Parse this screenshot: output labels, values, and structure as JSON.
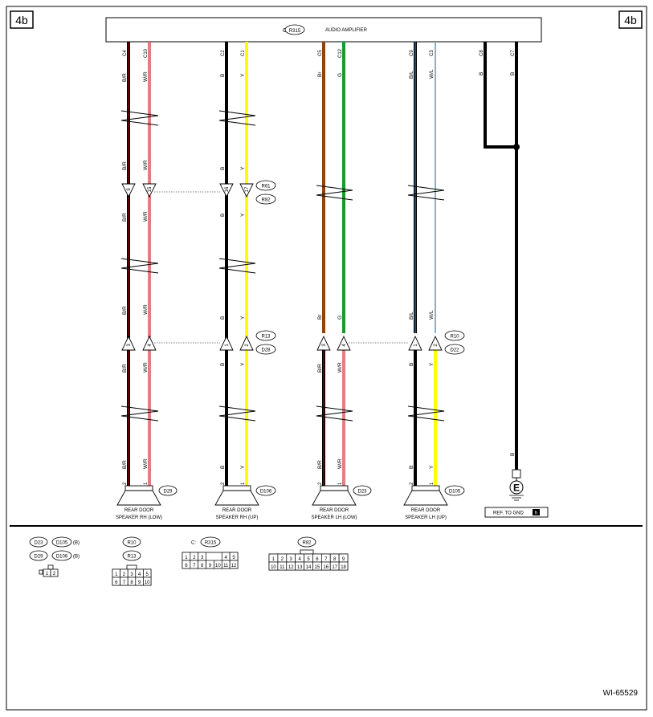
{
  "page_tag": "4b",
  "figure_id": "WI-65529",
  "amplifier": {
    "prefix": "C:",
    "connector": "R315",
    "title": "AUDIO AMPLIFIER"
  },
  "colors": {
    "black": "#000000",
    "white": "#ffffff",
    "red": "#c00000",
    "brown": "#8b4513",
    "green": "#1a9a2a",
    "yellow": "#ffff00",
    "lightblue": "#4a90d0",
    "navy": "#0b1a6e"
  },
  "wires": [
    {
      "id": "w1",
      "pin": "C4",
      "labels": [
        "B/R",
        "B/R",
        "B/R",
        "B/R",
        "B/R",
        "B/R"
      ]
    },
    {
      "id": "w2",
      "pin": "C10",
      "labels": [
        "W/R",
        "W/R",
        "W/R",
        "W/R",
        "W/R",
        "W/R"
      ]
    },
    {
      "id": "w3",
      "pin": "C2",
      "labels": [
        "B",
        "B",
        "B",
        "B",
        "B",
        "B"
      ]
    },
    {
      "id": "w4",
      "pin": "C1",
      "labels": [
        "Y",
        "Y",
        "Y",
        "Y",
        "Y",
        "Y"
      ]
    },
    {
      "id": "w5",
      "pin": "C5",
      "labels": [
        "Br",
        "Br",
        "B/R",
        "B/R"
      ]
    },
    {
      "id": "w6",
      "pin": "C12",
      "labels": [
        "G",
        "G",
        "W/R",
        "W/R"
      ]
    },
    {
      "id": "w7",
      "pin": "C9",
      "labels": [
        "B/L",
        "B/L",
        "B",
        "B"
      ]
    },
    {
      "id": "w8",
      "pin": "C3",
      "labels": [
        "W/L",
        "W/L",
        "Y",
        "Y"
      ]
    },
    {
      "id": "w9",
      "pin": "C8",
      "labels": [
        "B"
      ]
    },
    {
      "id": "w10",
      "pin": "C7",
      "labels": [
        "B",
        "B"
      ]
    }
  ],
  "connectors": {
    "upper": {
      "pins_left": "9",
      "pins_right": "15",
      "pins_mid_left": "16",
      "pins_mid_right": "17",
      "codes": [
        "R61",
        "R82"
      ]
    },
    "lower": {
      "pins": [
        "3",
        "4",
        "1",
        "2",
        "3",
        "4",
        "1",
        "2"
      ],
      "codes_rh": [
        "R13",
        "D28"
      ],
      "codes_lh": [
        "R10",
        "D22"
      ]
    }
  },
  "speakers": [
    {
      "code": "D29",
      "line1": "REAR DOOR",
      "line2": "SPEAKER RH (LOW)",
      "pin_left": "2",
      "pin_right": "1"
    },
    {
      "code": "D106",
      "line1": "REAR DOOR",
      "line2": "SPEAKER RH (UP)",
      "pin_left": "2",
      "pin_right": "1"
    },
    {
      "code": "D23",
      "line1": "REAR DOOR",
      "line2": "SPEAKER LH (LOW)",
      "pin_left": "2",
      "pin_right": "1"
    },
    {
      "code": "D105",
      "line1": "REAR DOOR",
      "line2": "SPEAKER LH (UP)",
      "pin_left": "2",
      "pin_right": "1"
    }
  ],
  "ground": {
    "symbol": "E",
    "ref_label": "REF. TO GND",
    "ref_tag": "h"
  },
  "legend": {
    "group1": {
      "codes": [
        "D23",
        "D105",
        "D29",
        "D106"
      ],
      "suffix": "(B)",
      "pins": [
        "1",
        "2"
      ]
    },
    "group2": {
      "codes": [
        "R10",
        "R13"
      ],
      "pins_top": [
        "1",
        "2",
        "3",
        "4",
        "5"
      ],
      "pins_bottom": [
        "6",
        "7",
        "8",
        "9",
        "10"
      ]
    },
    "group3": {
      "prefix": "C:",
      "code": "R315",
      "pins_top": [
        "1",
        "2",
        "3",
        "4",
        "5"
      ],
      "pins_bottom": [
        "6",
        "7",
        "8",
        "9",
        "10",
        "11",
        "12"
      ]
    },
    "group4": {
      "code": "R82",
      "pins_top": [
        "1",
        "2",
        "3",
        "4",
        "5",
        "6",
        "7",
        "8",
        "9"
      ],
      "pins_bottom": [
        "10",
        "11",
        "12",
        "13",
        "14",
        "15",
        "16",
        "17",
        "18"
      ]
    }
  }
}
